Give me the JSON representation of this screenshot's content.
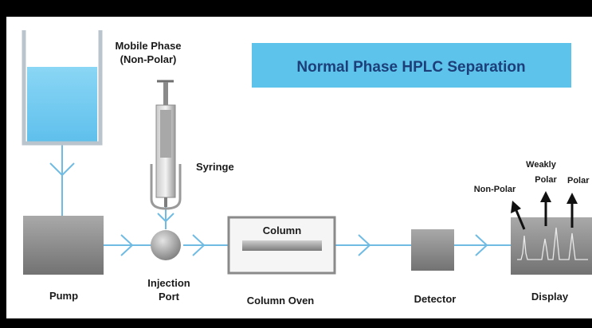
{
  "title": "Normal Phase HPLC Separation",
  "colors": {
    "title_box": "#5ec3ea",
    "title_text": "#1c3f7a",
    "flow_line": "#6fbbe3",
    "liquid": "#7fd0f2",
    "component_gray": "#8f8f8f"
  },
  "labels": {
    "mobile_phase_line1": "Mobile Phase",
    "mobile_phase_line2": "(Non-Polar)",
    "syringe": "Syringe",
    "pump": "Pump",
    "injection_port_line1": "Injection",
    "injection_port_line2": "Port",
    "column": "Column",
    "column_oven": "Column Oven",
    "detector": "Detector",
    "display": "Display"
  },
  "peak_labels": {
    "non_polar": "Non-Polar",
    "weakly_polar_line1": "Weakly",
    "weakly_polar_line2": "Polar",
    "polar": "Polar"
  }
}
